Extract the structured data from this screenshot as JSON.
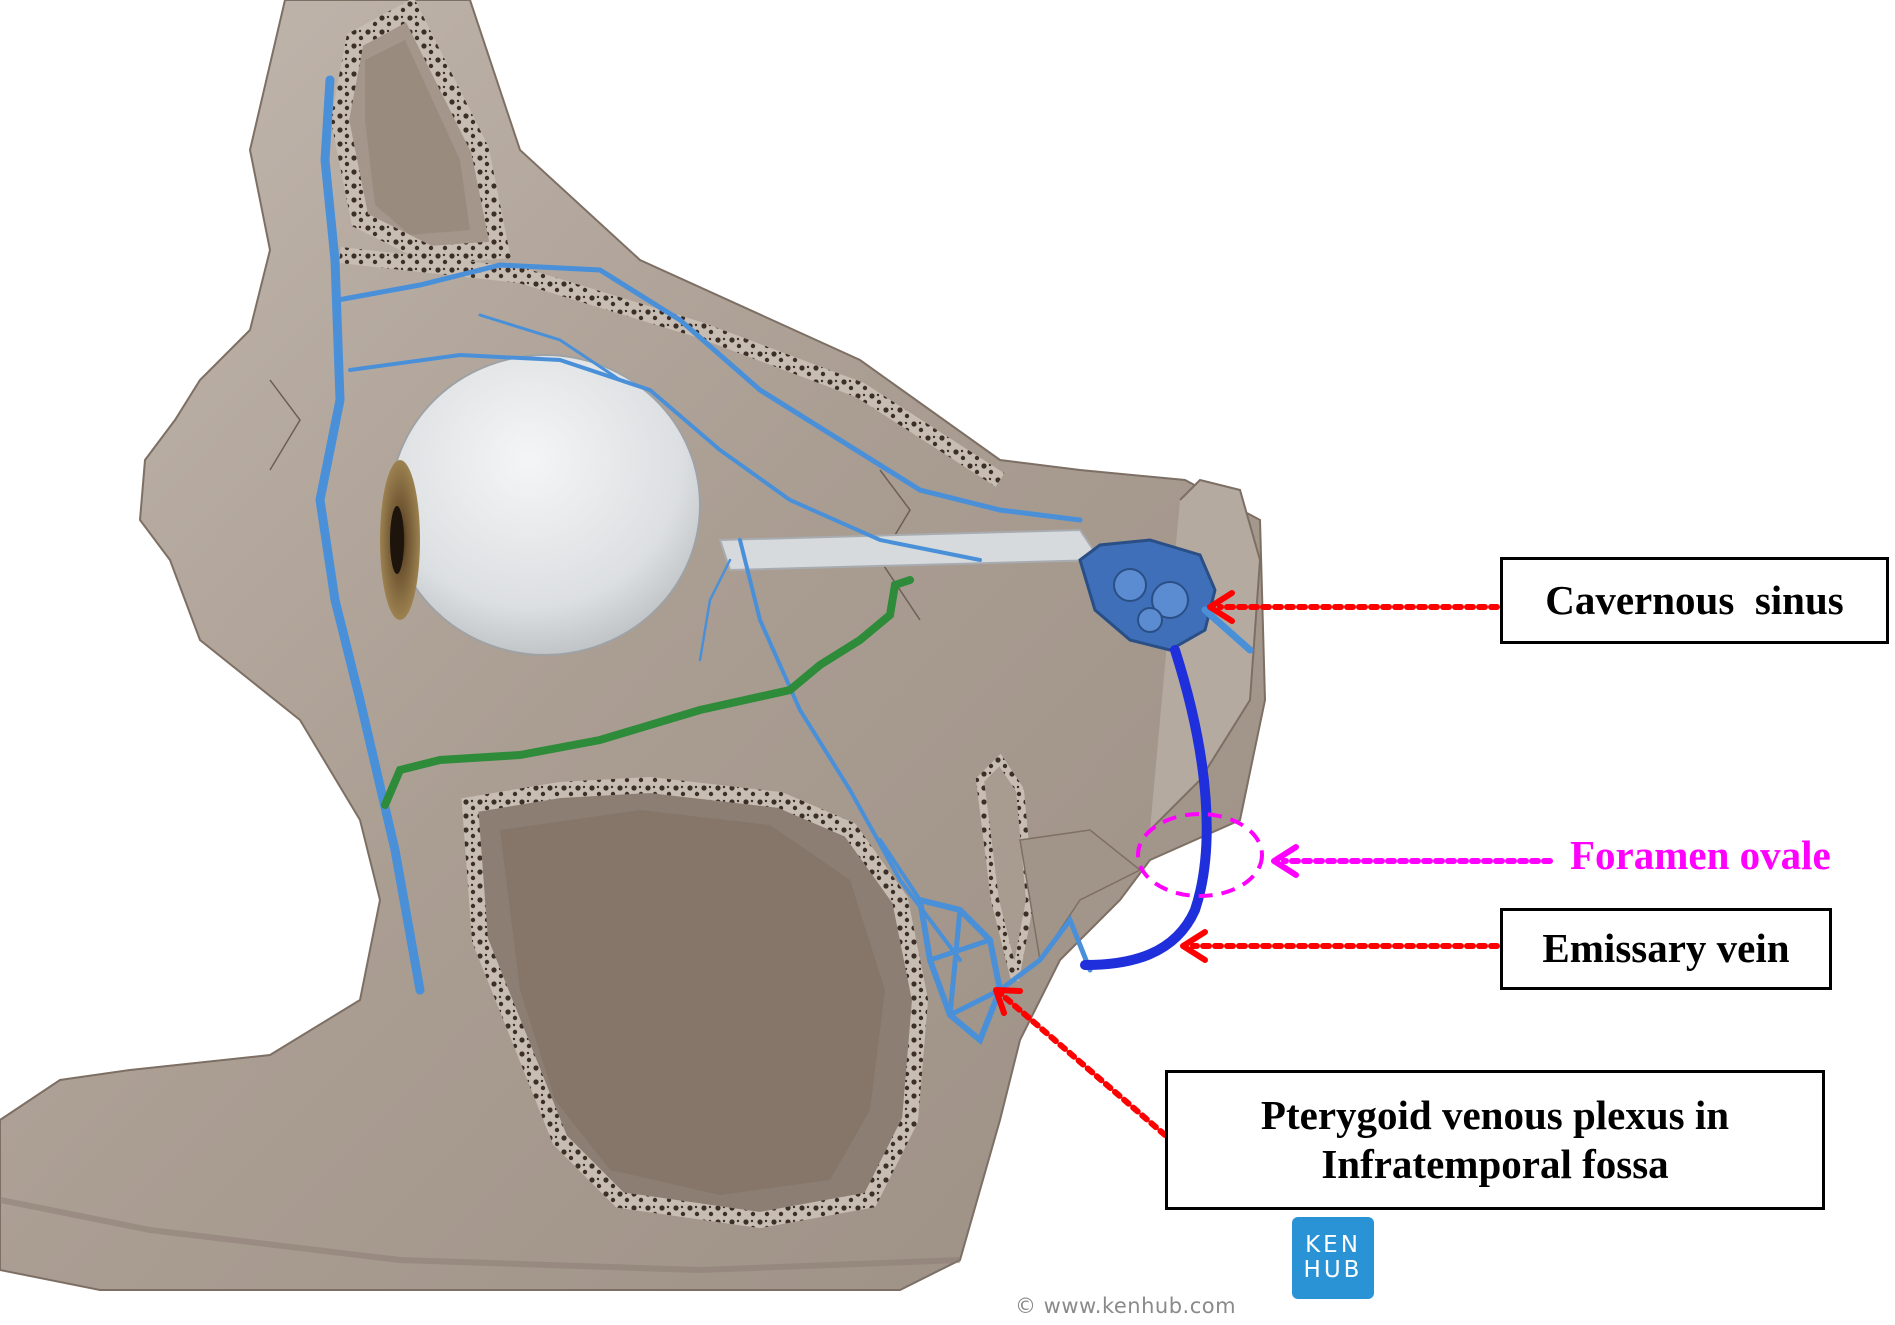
{
  "colors": {
    "bone": "#b1a59b",
    "bone_shadow": "#8c7e73",
    "cortex_dark": "#5a4a3f",
    "vein": "#4a90d9",
    "vein_dark": "#2a6aa6",
    "nerve": "#2e8b3a",
    "emissary_vein": "#1f2fdb",
    "arrow_red": "#ff0000",
    "foramen_magenta": "#ff00ff",
    "eyeball": "#e4e7e9",
    "iris": "#8a6b3c",
    "sinus_blue": "#3f6fb8",
    "logo_blue": "#2a93d5"
  },
  "labels": {
    "cavernous_sinus": "Cavernous  sinus",
    "foramen_ovale": "Foramen ovale",
    "emissary_vein": "Emissary vein",
    "pterygoid_line1": "Pterygoid venous plexus in",
    "pterygoid_line2": "Infratemporal fossa"
  },
  "watermark": "© www.kenhub.com",
  "logo": {
    "line1": "KEN",
    "line2": "HUB"
  }
}
